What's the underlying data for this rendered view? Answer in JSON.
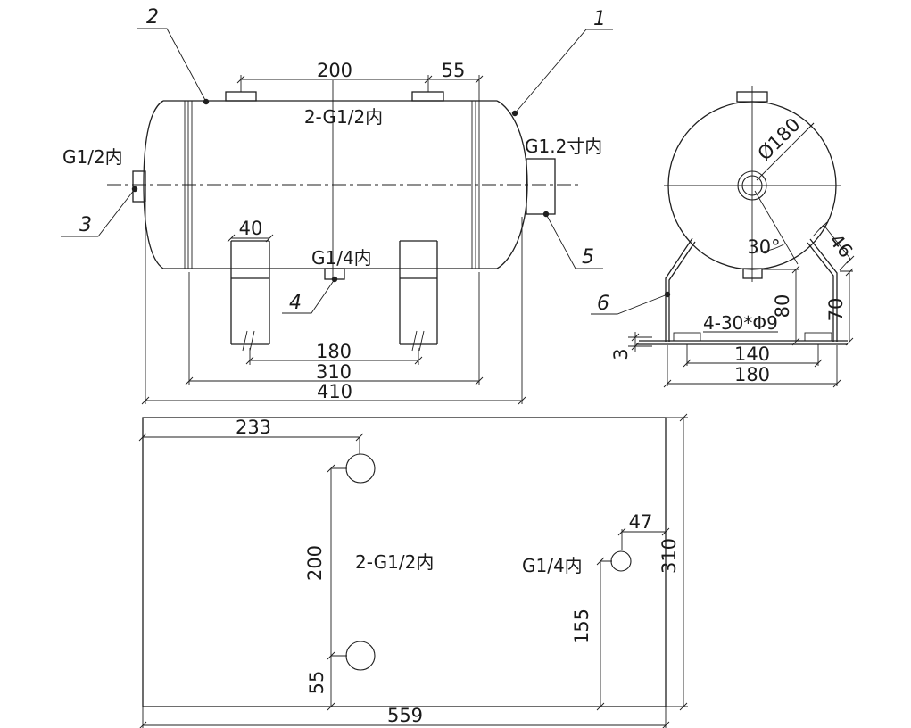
{
  "drawing_colors": {
    "background": "#ffffff",
    "line": "#1f1f1f"
  },
  "side_view": {
    "callout_1": "1",
    "callout_2": "2",
    "callout_3": "3",
    "callout_4": "4",
    "callout_5": "5",
    "dim_top_ports_spacing": "200",
    "dim_top_port_to_seam": "55",
    "label_top_ports": "2-G1/2内",
    "label_left_port": "G1/2内",
    "label_right_port": "G1.2寸内",
    "label_drain_port": "G1/4内",
    "dim_leg_width": "40",
    "dim_leg_spacing": "180",
    "dim_shell_length": "310",
    "dim_overall_length": "410"
  },
  "end_view": {
    "callout_6": "6",
    "dim_diameter": "Ø180",
    "dim_angle": "30°",
    "dim_strap_width": "46",
    "dim_leg_height": "70",
    "dim_drain_height": "80",
    "dim_plate_thickness": "3",
    "label_bolt_slots": "4-30*Φ9",
    "dim_slot_spacing": "140",
    "dim_base_width": "180"
  },
  "bottom_view": {
    "dim_port_offset": "233",
    "dim_port_spacing": "200",
    "dim_port_to_edge": "55",
    "label_top_ports": "2-G1/2内",
    "label_drain_port": "G1/4内",
    "dim_drain_to_edge": "47",
    "dim_drain_offset": "155",
    "dim_plate_width": "310",
    "dim_plate_length": "559"
  }
}
